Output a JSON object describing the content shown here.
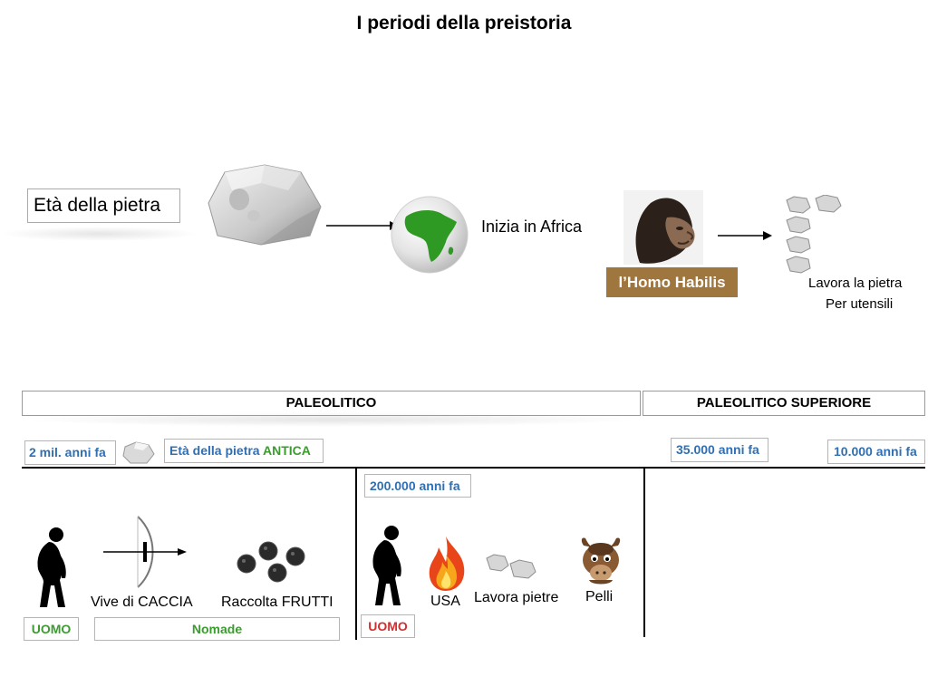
{
  "title": "I periodi della preistoria",
  "top": {
    "eta_pietra": "Età della pietra",
    "inizia_africa": "Inizia in Africa",
    "homo_habilis": "l’Homo Habilis",
    "lavora_line1": "Lavora la pietra",
    "lavora_line2": "Per utensili",
    "homo_badge_color": "#a0763f"
  },
  "timeline": {
    "paleolitico": "PALEOLITICO",
    "paleolitico_superiore": "PALEOLITICO SUPERIORE",
    "date_2mil": "2 mil. anni fa",
    "eta_antica_prefix": "Età della pietra",
    "eta_antica_word": "ANTICA",
    "date_35000": "35.000 anni fa",
    "date_10000": "10.000 anni fa",
    "date_200000": "200.000 anni fa"
  },
  "left_section": {
    "caccia": "Vive di CACCIA",
    "frutti": "Raccolta FRUTTI",
    "uomo": "UOMO",
    "nomade": "Nomade"
  },
  "mid_section": {
    "usa": "USA",
    "lavora_pietre": "Lavora pietre",
    "pelli": "Pelli",
    "uomo": "UOMO"
  },
  "icons": [
    "rock-icon",
    "globe-africa-icon",
    "homo-habilis-portrait",
    "arrow-icon",
    "stone-tools-icon",
    "caveman-silhouette-icon",
    "bow-arrow-icon",
    "berries-icon",
    "fire-icon",
    "stones-icon",
    "bison-icon"
  ],
  "colors": {
    "blue": "#2f6fb2",
    "green": "#3b9b2f",
    "red": "#d13030"
  }
}
